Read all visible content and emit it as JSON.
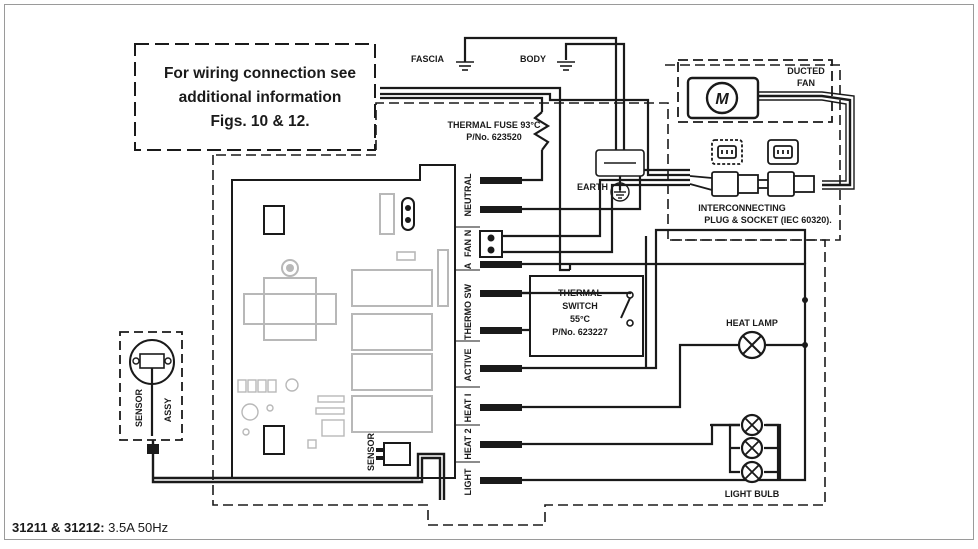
{
  "note": {
    "line1": "For wiring connection see",
    "line2": "additional information",
    "line3": "Figs. 10 & 12."
  },
  "labels": {
    "fascia": "FASCIA",
    "body": "BODY",
    "earth": "EARTH",
    "ducted": "DUCTED",
    "fan": "FAN",
    "interconnecting": "INTERCONNECTING",
    "plug_socket": "PLUG & SOCKET (IEC 60320).",
    "thermal_fuse": "THERMAL FUSE 93°C",
    "thermal_fuse_pn": "P/No. 623520",
    "thermal": "THERMAL",
    "switch": "SWITCH",
    "switch_temp": "55°C",
    "switch_pn": "P/No. 623227",
    "heat_lamp": "HEAT LAMP",
    "light_bulb": "LIGHT BULB",
    "sensor": "SENSOR",
    "assy": "ASSY",
    "board_sensor": "SENSOR",
    "motor": "M"
  },
  "terminals": {
    "neutral": "NEUTRAL",
    "n": "N",
    "fan": "FAN",
    "a": "A",
    "thermo_sw": "THERMO SW",
    "active": "ACTIVE",
    "heat1": "HEAT I",
    "heat2": "HEAT 2",
    "light": "LIGHT"
  },
  "caption": {
    "model": "31211 & 31212:",
    "spec": " 3.5A 50Hz"
  },
  "colors": {
    "line": "#1a1a1a",
    "frame": "#9a9a9a",
    "board_fill": "#ffffff",
    "component_grey": "#b8b8b8"
  }
}
